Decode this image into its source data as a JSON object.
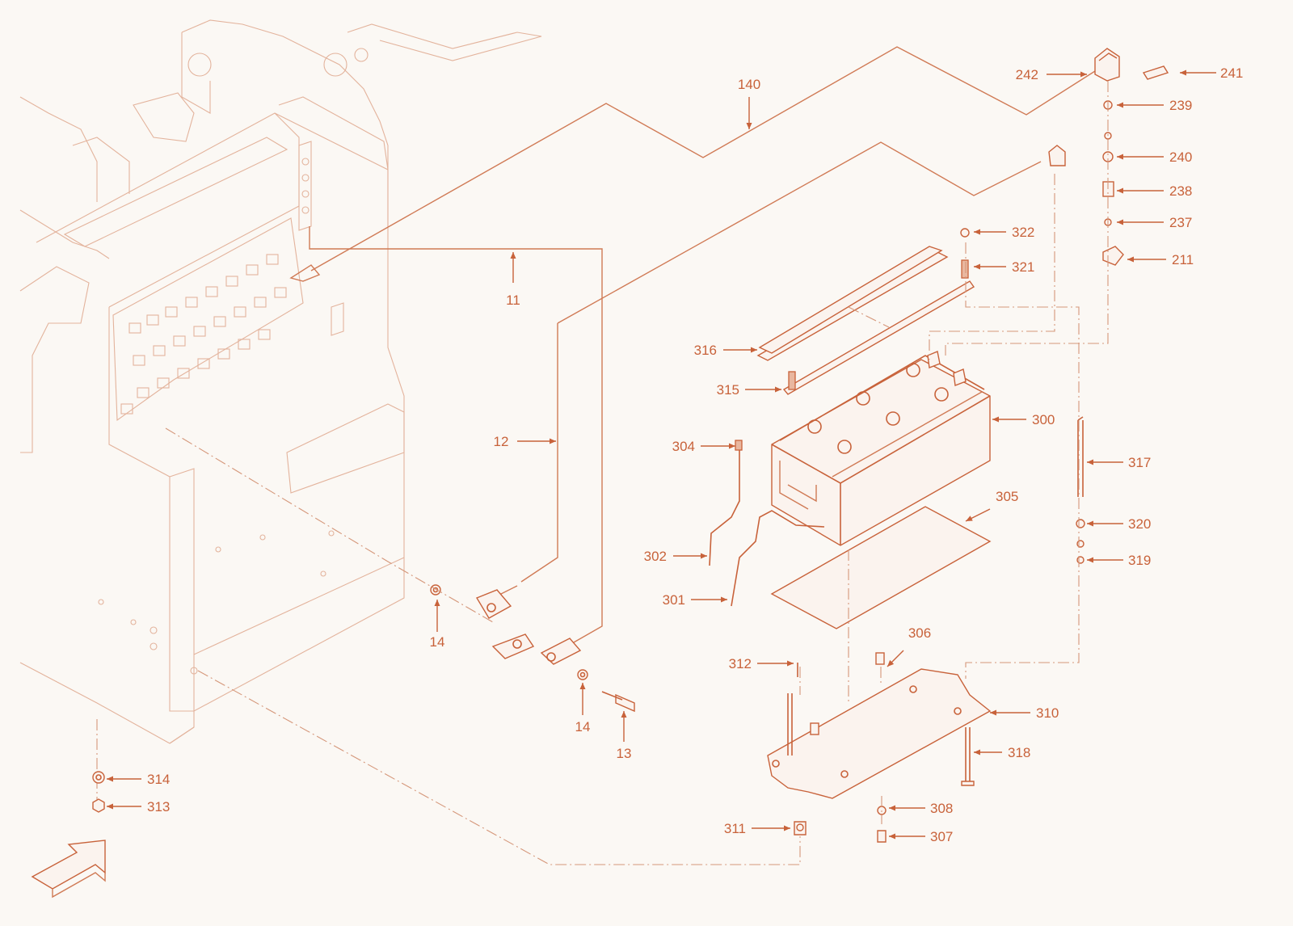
{
  "diagram": {
    "callouts": [
      {
        "id": "callout-140",
        "text": "140"
      },
      {
        "id": "callout-11",
        "text": "11"
      },
      {
        "id": "callout-12",
        "text": "12"
      },
      {
        "id": "callout-14a",
        "text": "14"
      },
      {
        "id": "callout-14b",
        "text": "14"
      },
      {
        "id": "callout-13",
        "text": "13"
      },
      {
        "id": "callout-242",
        "text": "242"
      },
      {
        "id": "callout-241",
        "text": "241"
      },
      {
        "id": "callout-239",
        "text": "239"
      },
      {
        "id": "callout-240",
        "text": "240"
      },
      {
        "id": "callout-238",
        "text": "238"
      },
      {
        "id": "callout-237",
        "text": "237"
      },
      {
        "id": "callout-211",
        "text": "211"
      },
      {
        "id": "callout-322",
        "text": "322"
      },
      {
        "id": "callout-321",
        "text": "321"
      },
      {
        "id": "callout-316",
        "text": "316"
      },
      {
        "id": "callout-315",
        "text": "315"
      },
      {
        "id": "callout-300",
        "text": "300"
      },
      {
        "id": "callout-304",
        "text": "304"
      },
      {
        "id": "callout-317",
        "text": "317"
      },
      {
        "id": "callout-305",
        "text": "305"
      },
      {
        "id": "callout-320",
        "text": "320"
      },
      {
        "id": "callout-319",
        "text": "319"
      },
      {
        "id": "callout-302",
        "text": "302"
      },
      {
        "id": "callout-301",
        "text": "301"
      },
      {
        "id": "callout-306",
        "text": "306"
      },
      {
        "id": "callout-312",
        "text": "312"
      },
      {
        "id": "callout-310",
        "text": "310"
      },
      {
        "id": "callout-318",
        "text": "318"
      },
      {
        "id": "callout-314",
        "text": "314"
      },
      {
        "id": "callout-313",
        "text": "313"
      },
      {
        "id": "callout-308",
        "text": "308"
      },
      {
        "id": "callout-311",
        "text": "311"
      },
      {
        "id": "callout-307",
        "text": "307"
      }
    ],
    "colors": {
      "line": "#c8623a",
      "background": "#fbf8f4"
    }
  }
}
